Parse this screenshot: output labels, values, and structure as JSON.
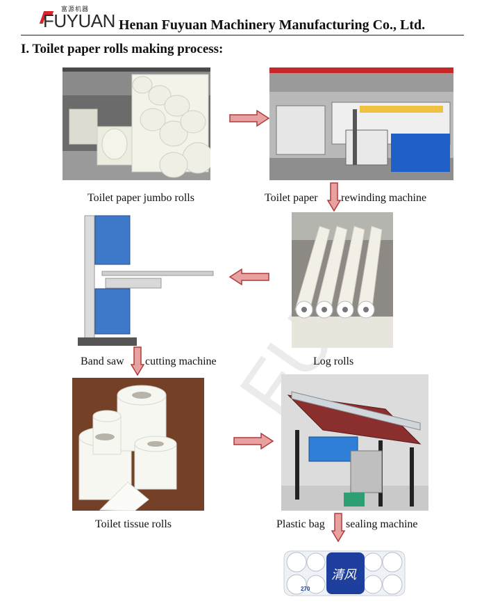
{
  "header": {
    "logo_small": "富源机器",
    "logo_main": "FUYUAN",
    "company": "Henan Fuyuan Machinery Manufacturing Co., Ltd."
  },
  "section": {
    "title": "I.  Toilet paper rolls making process:"
  },
  "steps": [
    {
      "caption": "Toilet paper jumbo rolls"
    },
    {
      "caption": "Toilet paper rewinding machine",
      "caption_a": "Toilet paper",
      "caption_b": "rewinding machine"
    },
    {
      "caption": "Log rolls"
    },
    {
      "caption": "Band saw cutting machine",
      "caption_a": "Band saw",
      "caption_b": "cutting machine"
    },
    {
      "caption": "Toilet tissue rolls"
    },
    {
      "caption": "Plastic bag sealing machine",
      "caption_a": "Plastic bag",
      "caption_b": "sealing machine"
    }
  ],
  "product": {
    "brand_text": "清风",
    "count_text": "270"
  },
  "colors": {
    "arrow_fill": "#e7a1a1",
    "arrow_stroke": "#b03a3a",
    "logo_red": "#d9232e"
  },
  "watermark": {
    "text": "FUYUAN"
  }
}
